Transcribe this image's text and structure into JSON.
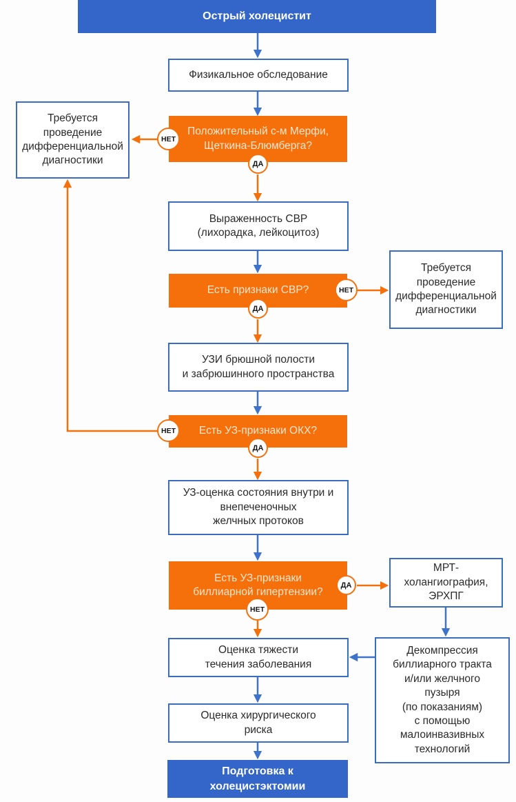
{
  "title": "Острый холецистит",
  "colors": {
    "blue": "#3465c8",
    "blue_border": "#3a6cc0",
    "blue_arrow": "#3e73cc",
    "orange": "#f5700a",
    "orange_text": "#ffe6d0",
    "text_dark": "#2b2b2b",
    "bg": "#fdfdfd"
  },
  "labels": {
    "yes": "ДА",
    "no": "НЕТ"
  },
  "nodes": {
    "start": "Острый холецистит",
    "physical_exam": "Физикальное обследование",
    "murphy_question": "Положительный с-м Мерфи,\nЩеткина-Блюмберга?",
    "diff_diagnosis_left": "Требуется\nпроведение\nдифференциальной\nдиагностики",
    "svr_severity": "Выраженность СВР\n(лихорадка, лейкоцитоз)",
    "svr_question": "Есть признаки СВР?",
    "diff_diagnosis_right": "Требуется\nпроведение\nдифференциальной\nдиагностики",
    "ultrasound": "УЗИ брюшной полости\nи забрюшинного пространства",
    "okh_question": "Есть УЗ-признаки ОКХ?",
    "duct_assessment": "УЗ-оценка состояния внутри и\nвнепеченочных\nжелчных протоков",
    "biliary_hypertension_question": "Есть УЗ-признаки\nбиллиарной гипертензии?",
    "mrt": "МРТ-\nхолангиография,\nЭРХПГ",
    "severity_assessment": "Оценка тяжести\nтечения заболевания",
    "decompression": "Декомпрессия\nбиллиарного тракта\nи/или желчного\nпузыря\n(по показаниям)\nс помощью\nмалоинвазивных\nтехнологий",
    "surgical_risk": "Оценка хирургического\nриска",
    "end": "Подготовка к\nхолецистэктомии"
  }
}
